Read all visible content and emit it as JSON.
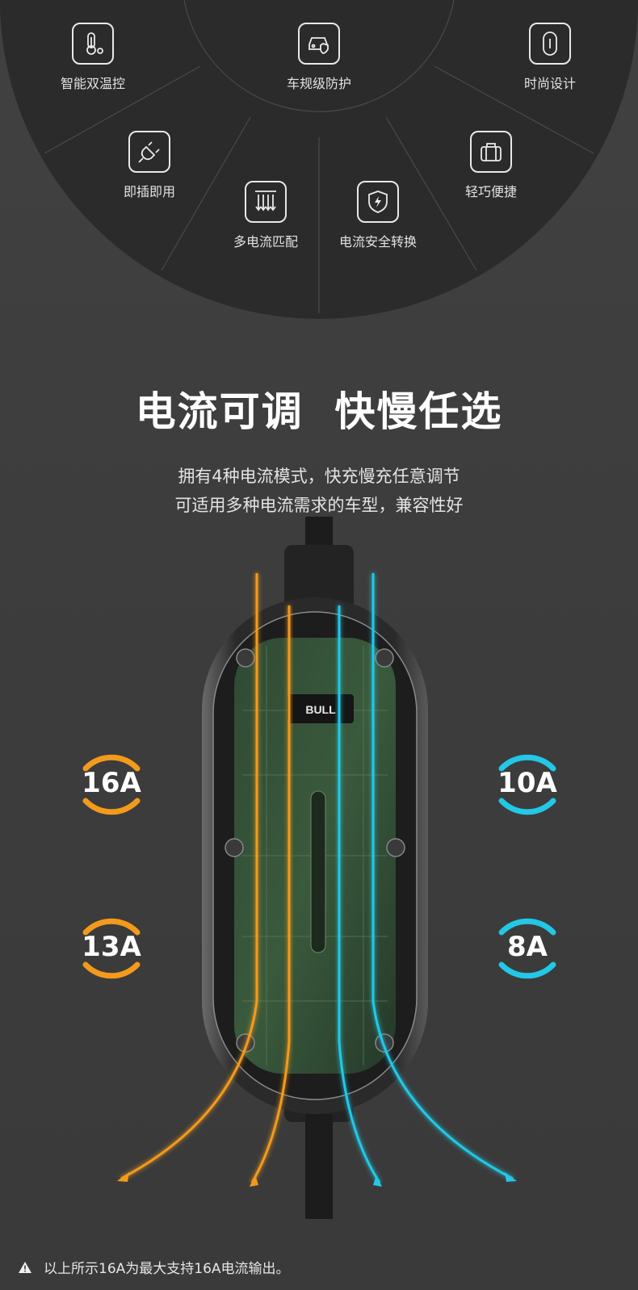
{
  "features": [
    {
      "label": "智能双温控",
      "icon": "thermometer-gear-icon"
    },
    {
      "label": "车规级防护",
      "icon": "car-shield-icon"
    },
    {
      "label": "时尚设计",
      "icon": "device-outline-icon"
    },
    {
      "label": "即插即用",
      "icon": "plug-icon"
    },
    {
      "label": "轻巧便捷",
      "icon": "bag-icon"
    },
    {
      "label": "多电流匹配",
      "icon": "multi-arrow-down-icon"
    },
    {
      "label": "电流安全转换",
      "icon": "shield-lightning-icon"
    }
  ],
  "headline": "电流可调  快慢任选",
  "subtitle_line1": "拥有4种电流模式，快充慢充任意调节",
  "subtitle_line2": "可适用多种电流需求的车型，兼容性好",
  "brand": "BULL",
  "currents": {
    "left_top": "16A",
    "left_bottom": "13A",
    "right_top": "10A",
    "right_bottom": "8A"
  },
  "colors": {
    "orange": "#f39a1c",
    "cyan": "#22c8e6",
    "fan": "#2b2b2b"
  },
  "footnote": "以上所示16A为最大支持16A电流输出。"
}
